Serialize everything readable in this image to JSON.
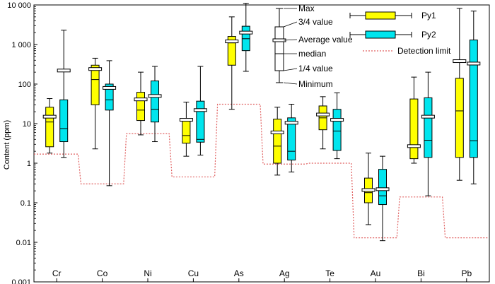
{
  "chart_data": {
    "type": "boxplot",
    "ylabel": "Content (ppm)",
    "yscale": "log",
    "ylim": [
      0.001,
      10000
    ],
    "y_ticks": [
      0.001,
      0.01,
      0.1,
      1,
      10,
      100,
      1000,
      10000
    ],
    "y_tick_labels": [
      "0.001",
      "0.01",
      "0.1",
      "1",
      "10",
      "100",
      "1 000",
      "10 000"
    ],
    "categories": [
      "Cr",
      "Co",
      "Ni",
      "Cu",
      "As",
      "Ag",
      "Te",
      "Au",
      "Bi",
      "Pb"
    ],
    "series": [
      {
        "name": "Py1",
        "color": "#ffff00",
        "boxes": [
          {
            "min": 1.8,
            "q1": 2.6,
            "median": 11,
            "q3": 26,
            "max": 43,
            "mean": 15
          },
          {
            "min": 2.3,
            "q1": 30,
            "median": 130,
            "q3": 300,
            "max": 450,
            "mean": 240
          },
          {
            "min": 5.2,
            "q1": 12,
            "median": 22,
            "q3": 62,
            "max": 200,
            "mean": 41
          },
          {
            "min": 1.5,
            "q1": 3.2,
            "median": 5,
            "q3": 12,
            "max": 35,
            "mean": 12.5
          },
          {
            "min": 23,
            "q1": 300,
            "median": 1100,
            "q3": 1600,
            "max": 5000,
            "mean": 1200
          },
          {
            "min": 0.5,
            "q1": 1,
            "median": 2.7,
            "q3": 13,
            "max": 26,
            "mean": 6
          },
          {
            "min": 2.3,
            "q1": 7,
            "median": 14,
            "q3": 28,
            "max": 48,
            "mean": 17
          },
          {
            "min": 0.028,
            "q1": 0.1,
            "median": 0.18,
            "q3": 0.42,
            "max": 1.8,
            "mean": 0.21
          },
          {
            "min": 1,
            "q1": 1.3,
            "median": 2.5,
            "q3": 42,
            "max": 150,
            "mean": 2.7
          },
          {
            "min": 0.37,
            "q1": 1.4,
            "median": 21,
            "q3": 140,
            "max": 8200,
            "mean": 380
          }
        ]
      },
      {
        "name": "Py2",
        "color": "#00e5ee",
        "boxes": [
          {
            "min": 1.4,
            "q1": 3.5,
            "median": 7.5,
            "q3": 40,
            "max": 2300,
            "mean": 220
          },
          {
            "min": 0.27,
            "q1": 22,
            "median": 40,
            "q3": 100,
            "max": 390,
            "mean": 80
          },
          {
            "min": 3.5,
            "q1": 11,
            "median": 23,
            "q3": 120,
            "max": 280,
            "mean": 50
          },
          {
            "min": 1.6,
            "q1": 3.4,
            "median": 4,
            "q3": 37,
            "max": 280,
            "mean": 22
          },
          {
            "min": 210,
            "q1": 700,
            "median": 1400,
            "q3": 2900,
            "max": 11000,
            "mean": 2000
          },
          {
            "min": 0.6,
            "q1": 1.2,
            "median": 2,
            "q3": 14,
            "max": 31,
            "mean": 10.5
          },
          {
            "min": 1.3,
            "q1": 2.1,
            "median": 6.5,
            "q3": 23,
            "max": 60,
            "mean": 12.5
          },
          {
            "min": 0.011,
            "q1": 0.09,
            "median": 0.15,
            "q3": 0.7,
            "max": 1.5,
            "mean": 0.22
          },
          {
            "min": 0.15,
            "q1": 1.4,
            "median": 3.8,
            "q3": 45,
            "max": 200,
            "mean": 15
          },
          {
            "min": 0.3,
            "q1": 1.4,
            "median": 3.7,
            "q3": 1300,
            "max": 7000,
            "mean": 330
          }
        ]
      }
    ],
    "detection_limit": {
      "name": "Detection limit",
      "color": "#e06060",
      "values": [
        1.7,
        0.3,
        5.6,
        0.45,
        31,
        0.95,
        1,
        0.013,
        0.14,
        0.013
      ]
    },
    "key_box_labels": [
      "Max",
      "3/4 value",
      "Average value",
      "median",
      "1/4 value",
      "Minimum"
    ],
    "grid": false,
    "legend_position": "top-right"
  }
}
